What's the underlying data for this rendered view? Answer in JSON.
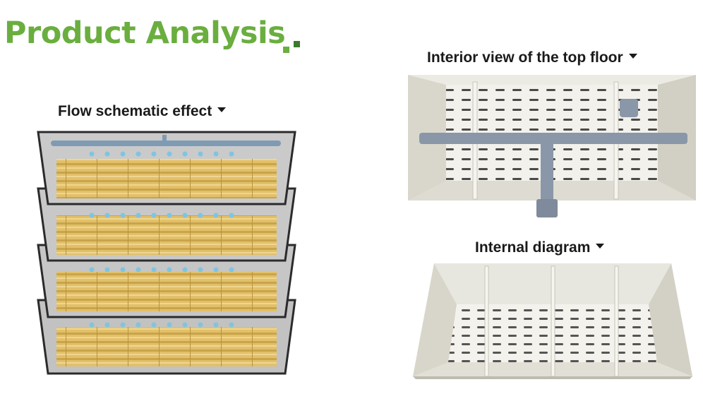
{
  "title": "Product Analysis",
  "colors": {
    "title_green": "#6aae3f",
    "media_gold": "#e2c06a",
    "water_drop": "#7fc4e0",
    "tank_frame": "#2b2b2b",
    "tank_fill": "#c9c9c9",
    "pipe_blue": "#8a97a8",
    "pvc_panel": "#e3e1d8"
  },
  "sections": {
    "flow": {
      "label": "Flow schematic effect",
      "icon": "dropdown-triangle-icon"
    },
    "top_floor": {
      "label": "Interior view of the top floor",
      "icon": "dropdown-triangle-icon"
    },
    "internal": {
      "label": "Internal diagram",
      "icon": "dropdown-triangle-icon"
    }
  }
}
